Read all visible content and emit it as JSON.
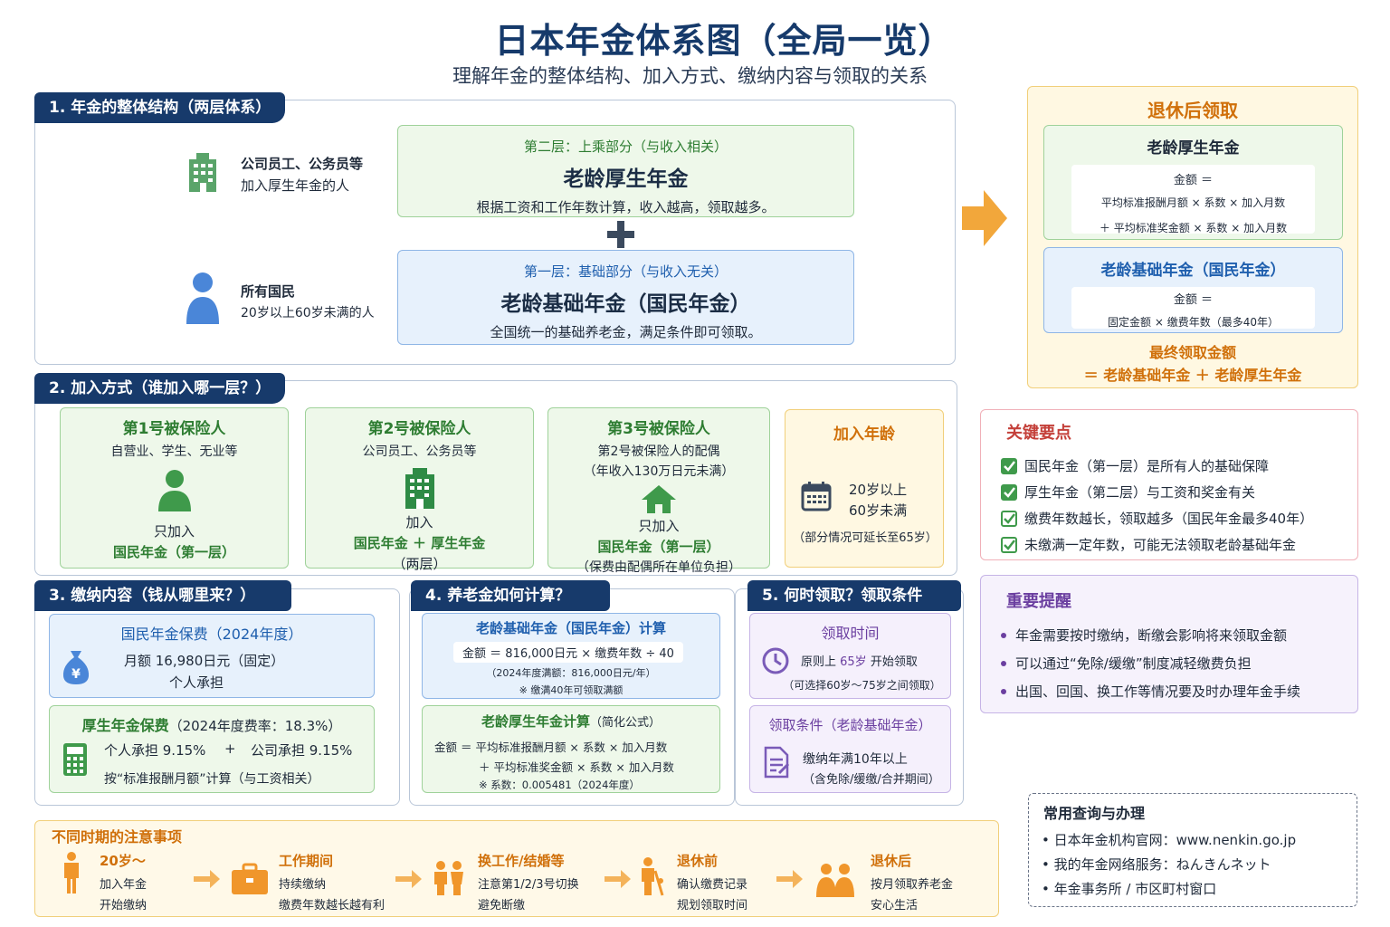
{
  "header": {
    "title": "日本年金体系图（全局一览）",
    "subtitle": "理解年金的整体结构、加入方式、缴纳内容与领取的关系"
  },
  "s1": {
    "tab": "1. 年金的整体结构（两层体系）",
    "g1_title": "公司员工、公务员等",
    "g1_desc": "加入厚生年金的人",
    "g2_title": "所有国民",
    "g2_desc": "20岁以上60岁未满的人",
    "l2_head": "第二层：上乘部分（与收入相关）",
    "l2_title": "老龄厚生年金",
    "l2_desc": "根据工资和工作年数计算，收入越高，领取越多。",
    "l1_head": "第一层：基础部分（与收入无关）",
    "l1_title": "老龄基础年金（国民年金）",
    "l1_desc": "全国统一的基础养老金，满足条件即可领取。"
  },
  "s2": {
    "tab": "2. 加入方式（谁加入哪一层？）",
    "c1": {
      "title": "第1号被保险人",
      "desc": "自营业、学生、无业等",
      "l1": "只加入",
      "l2": "国民年金（第一层）"
    },
    "c2": {
      "title": "第2号被保险人",
      "desc": "公司员工、公务员等",
      "l1": "加入",
      "l2": "国民年金 ＋ 厚生年金",
      "l3": "（两层）"
    },
    "c3": {
      "title": "第3号被保险人",
      "desc1": "第2号被保险人的配偶",
      "desc2": "（年收入130万日元未满）",
      "l1": "只加入",
      "l2": "国民年金（第一层）",
      "l3": "（保费由配偶所在单位负担）"
    },
    "age": {
      "title": "加入年龄",
      "l1": "20岁以上",
      "l2": "60岁未满",
      "note": "（部分情况可延长至65岁）"
    }
  },
  "s3": {
    "tab": "3. 缴纳内容（钱从哪里来？）",
    "np_title": "国民年金保费（2024年度）",
    "np_l1": "月额  16,980日元（固定）",
    "np_l2": "个人承担",
    "ep_title": "厚生年金保费",
    "ep_rate": "（2024年度费率：18.3%）",
    "ep_l1": "个人承担  9.15%",
    "ep_plus": "+",
    "ep_l2": "公司承担  9.15%",
    "ep_l3": "按“标准报酬月额”计算（与工资相关）"
  },
  "s4": {
    "tab": "4. 养老金如何计算？",
    "b_title": "老龄基础年金（国民年金）计算",
    "b_f": "金额  ＝  816,000日元 × 缴费年数 ÷ 40",
    "b_n1": "（2024年度满额：816,000日元/年）",
    "b_n2": "※ 缴满40年可领取满额",
    "e_title": "老龄厚生年金计算",
    "e_sub": "（简化公式）",
    "e_f1": "金额 ＝ 平均标准报酬月额 × 系数 × 加入月数",
    "e_f2": "＋ 平均标准奖金额 × 系数 × 加入月数",
    "e_n": "※ 系数：0.005481（2024年度）"
  },
  "s5": {
    "tab": "5. 何时领取？领取条件",
    "t_title": "领取时间",
    "t_l1a": "原则上 ",
    "t_age": "65岁",
    "t_l1b": " 开始领取",
    "t_l2": "（可选择60岁～75岁之间领取）",
    "c_title": "领取条件（老龄基础年金）",
    "c_l1": "缴纳年满10年以上",
    "c_l2": "（含免除/缓缴/合并期间）"
  },
  "retire": {
    "title": "退休后领取",
    "ep_title": "老龄厚生年金",
    "ep_f0": "金额 ＝",
    "ep_f1": "平均标准报酬月额 × 系数 × 加入月数",
    "ep_f2": "＋ 平均标准奖金额 × 系数 × 加入月数",
    "bp_title": "老龄基础年金（国民年金）",
    "bp_f0": "金额 ＝",
    "bp_f1": "固定金额 × 缴费年数（最多40年）",
    "final1": "最终领取金额",
    "final2": "＝ 老龄基础年金 ＋ 老龄厚生年金"
  },
  "key": {
    "title": "关键要点",
    "items": [
      "国民年金（第一层）是所有人的基础保障",
      "厚生年金（第二层）与工资和奖金有关",
      "缴费年数越长，领取越多（国民年金最多40年）",
      "未缴满一定年数，可能无法领取老龄基础年金"
    ]
  },
  "remind": {
    "title": "重要提醒",
    "items": [
      "年金需要按时缴纳，断缴会影响将来领取金额",
      "可以通过“免除/缓缴”制度减轻缴费负担",
      "出国、回国、换工作等情况要及时办理年金手续"
    ]
  },
  "timeline": {
    "title": "不同时期的注意事项",
    "steps": [
      {
        "t": "20岁～",
        "d1": "加入年金",
        "d2": "开始缴纳"
      },
      {
        "t": "工作期间",
        "d1": "持续缴纳",
        "d2": "缴费年数越长越有利"
      },
      {
        "t": "换工作/结婚等",
        "d1": "注意第1/2/3号切换",
        "d2": "避免断缴"
      },
      {
        "t": "退休前",
        "d1": "确认缴费记录",
        "d2": "规划领取时间"
      },
      {
        "t": "退休后",
        "d1": "按月领取养老金",
        "d2": "安心生活"
      }
    ]
  },
  "contact": {
    "title": "常用查询与办理",
    "items": [
      "日本年金机构官网：www.nenkin.go.jp",
      "我的年金网络服务：ねんきんネット",
      "年金事务所 / 市区町村窗口"
    ]
  },
  "colors": {
    "navy": "#173a6b",
    "green": "#2e7d32",
    "blue": "#1f5fae",
    "orange": "#d07b00",
    "purple": "#6b3fa0",
    "red": "#c4403a"
  }
}
